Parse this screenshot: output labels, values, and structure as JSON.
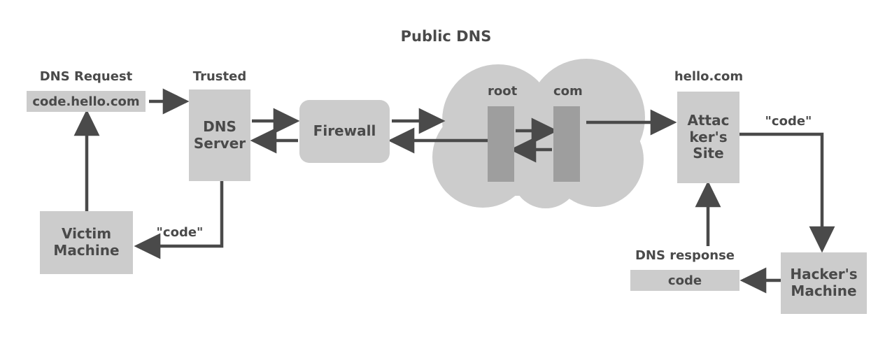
{
  "diagram": {
    "title_public_dns": "Public DNS",
    "colors": {
      "node_fill": "#cccccc",
      "cloud_fill": "#cccccc",
      "server_rect_fill": "#9e9e9e",
      "text": "#4a4a4a",
      "arrow": "#4a4a4a",
      "background": "#ffffff"
    }
  },
  "labels": {
    "dns_request": "DNS Request",
    "trusted": "Trusted",
    "hello_com": "hello.com",
    "dns_response": "DNS response",
    "root": "root",
    "com": "com",
    "code_quoted_left": "\"code\"",
    "code_quoted_right": "\"code\""
  },
  "chips": {
    "request_query": "code.hello.com",
    "response_code": "code"
  },
  "nodes": {
    "dns_server": "DNS\nServer",
    "firewall": "Firewall",
    "victim_machine": "Victim\nMachine",
    "attackers_site": "Attac\nker's\nSite",
    "hackers_machine": "Hacker's\nMachine"
  },
  "node_text_lines": {
    "dns_server": [
      "DNS",
      "Server"
    ],
    "victim_machine": [
      "Victim",
      "Machine"
    ],
    "attackers_site": [
      "Attac",
      "ker's",
      "Site"
    ],
    "hackers_machine": [
      "Hacker's",
      "Machine"
    ],
    "firewall": [
      "Firewall"
    ]
  }
}
